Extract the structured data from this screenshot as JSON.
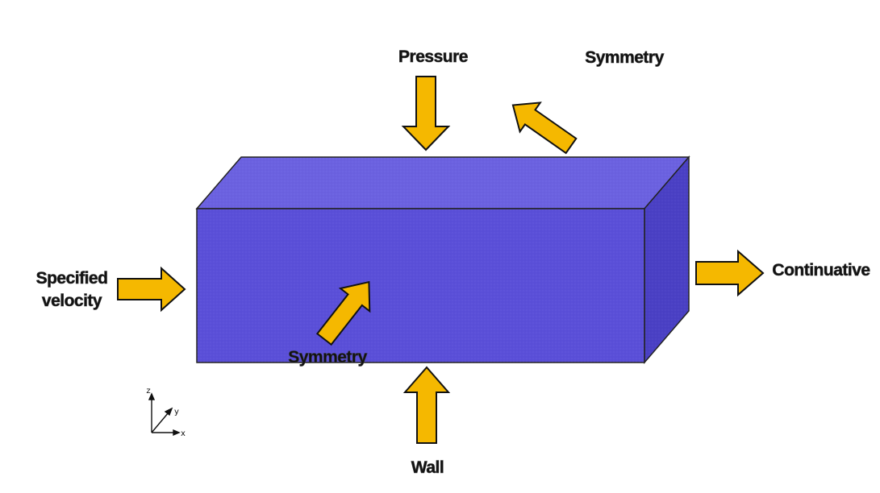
{
  "diagram": {
    "labels": {
      "top_pressure": "Pressure",
      "top_symmetry": "Symmetry",
      "inlet_line1": "Specified",
      "inlet_line2": "velocity",
      "outlet": "Continuative",
      "front_symmetry": "Symmetry",
      "bottom_wall": "Wall"
    },
    "axes": {
      "z": "z",
      "y": "y",
      "x": "x"
    },
    "colors": {
      "box_front": "#5a4fd8",
      "box_top": "#6b61e0",
      "box_side": "#4a40c4",
      "arrow_fill": "#f5b800",
      "arrow_stroke": "#111111"
    }
  }
}
